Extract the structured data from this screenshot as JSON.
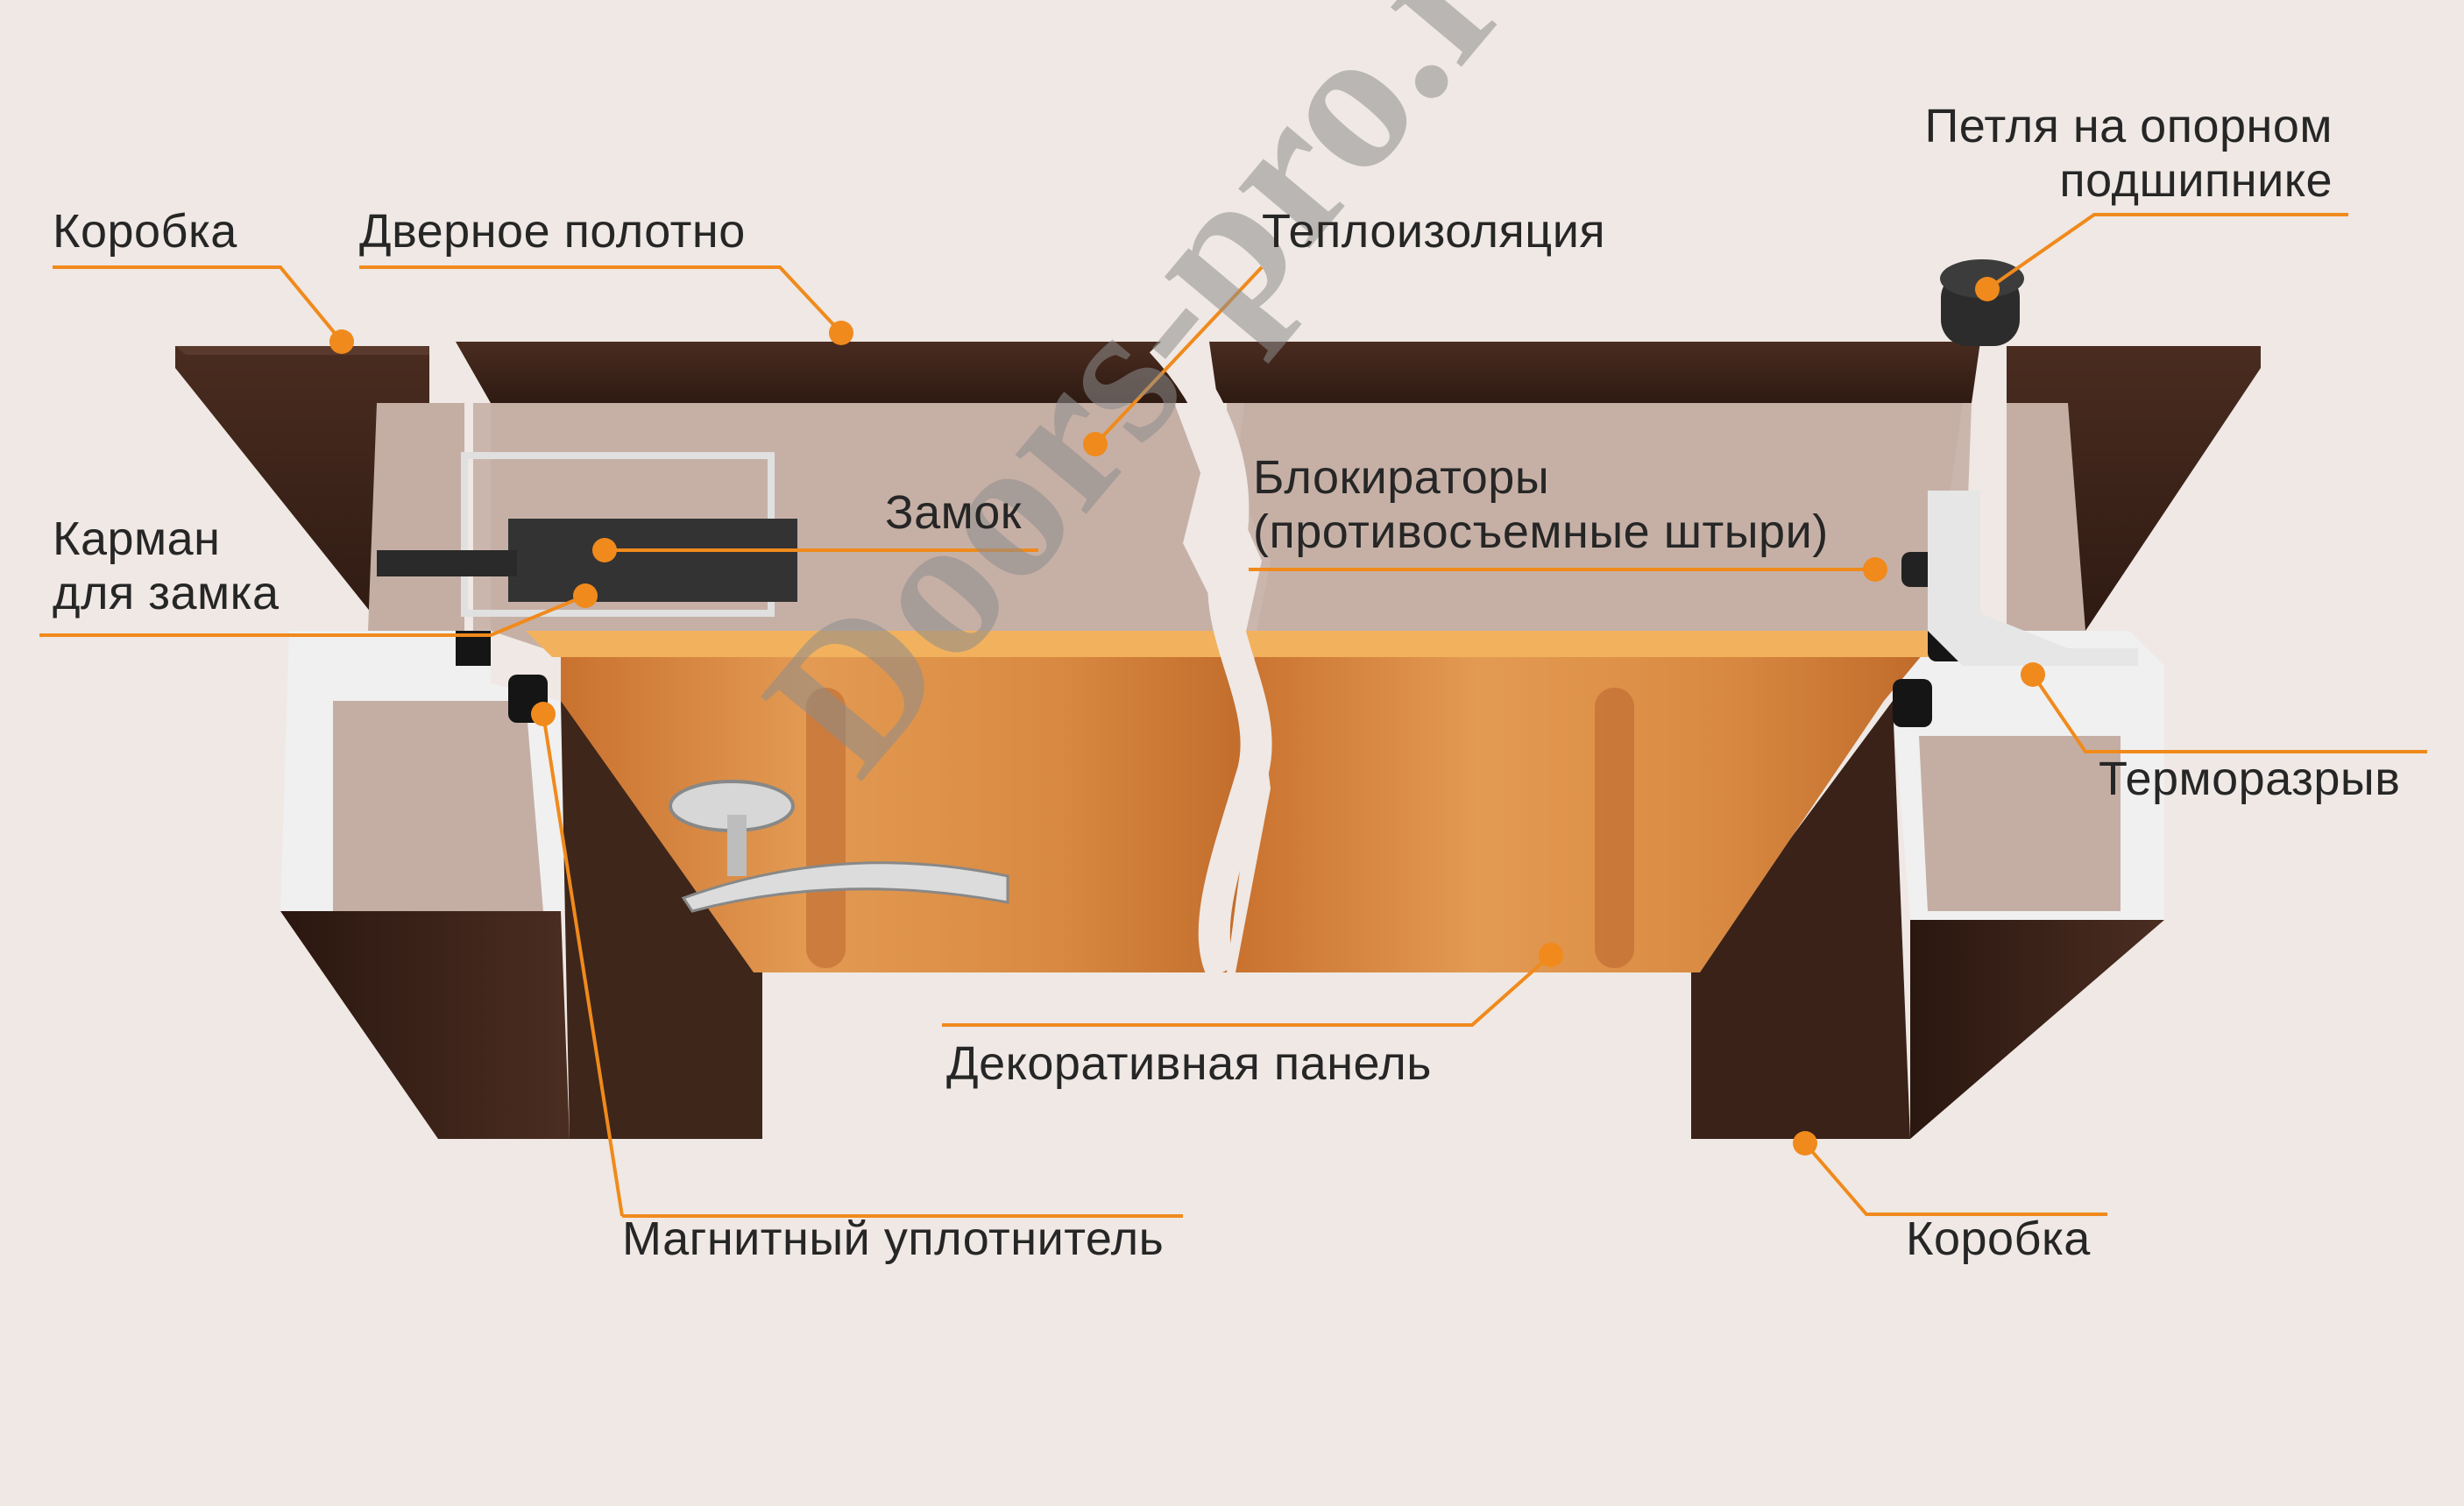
{
  "labels": {
    "frame_top_left": "Коробка",
    "door_leaf": "Дверное полотно",
    "insulation": "Теплоизоляция",
    "hinge_line1": "Петля на опорном",
    "hinge_line2": "подшипнике",
    "lock": "Замок",
    "lock_pocket_line1": "Карман",
    "lock_pocket_line2": "для замка",
    "blockers_line1": "Блокираторы",
    "blockers_line2": "(противосъемные штыри)",
    "thermal_break": "Терморазрыв",
    "decor_panel": "Декоративная панель",
    "magnetic_seal": "Магнитный уплотнитель",
    "frame_bottom_right": "Коробка"
  },
  "watermark": "Doors-pro.ru",
  "colors": {
    "background": "#efe8e4",
    "metal_frame": "#3a2219",
    "insulation": "#c8b3aa",
    "wood_panel": "#d98c45",
    "marker": "#f08a1c",
    "seal": "#1a1a1a",
    "profile_edge": "#d9d9d9"
  }
}
